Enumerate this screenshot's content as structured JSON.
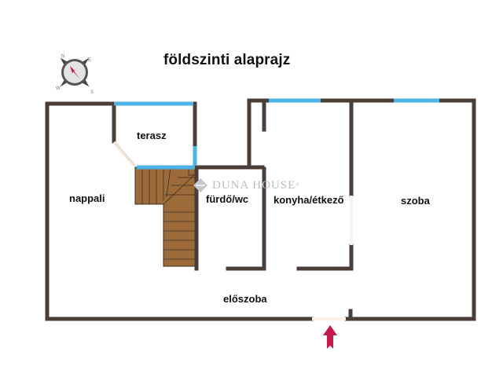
{
  "title": "földszinti alaprajz",
  "compass": {
    "labels": {
      "north": "N",
      "east": "E",
      "south": "S",
      "west": "W"
    }
  },
  "rooms": {
    "nappali": "nappali",
    "terasz": "terasz",
    "furdo_wc": "fürdő/wc",
    "konyha_etkezo": "konyha/étkező",
    "szoba": "szoba",
    "eloszoba": "előszoba"
  },
  "watermark": {
    "brand": "DUNA HOUSE",
    "mark": "®"
  },
  "colors": {
    "wall": "#4a3f38",
    "window": "#4bb3e6",
    "stairs": "#9c6b3a",
    "stairs_line": "#3f2c1c",
    "door_opening": "#fbf3ea",
    "entrance_arrow": "#c8174c"
  },
  "entrance": {
    "icon": "entrance-arrow-icon"
  }
}
